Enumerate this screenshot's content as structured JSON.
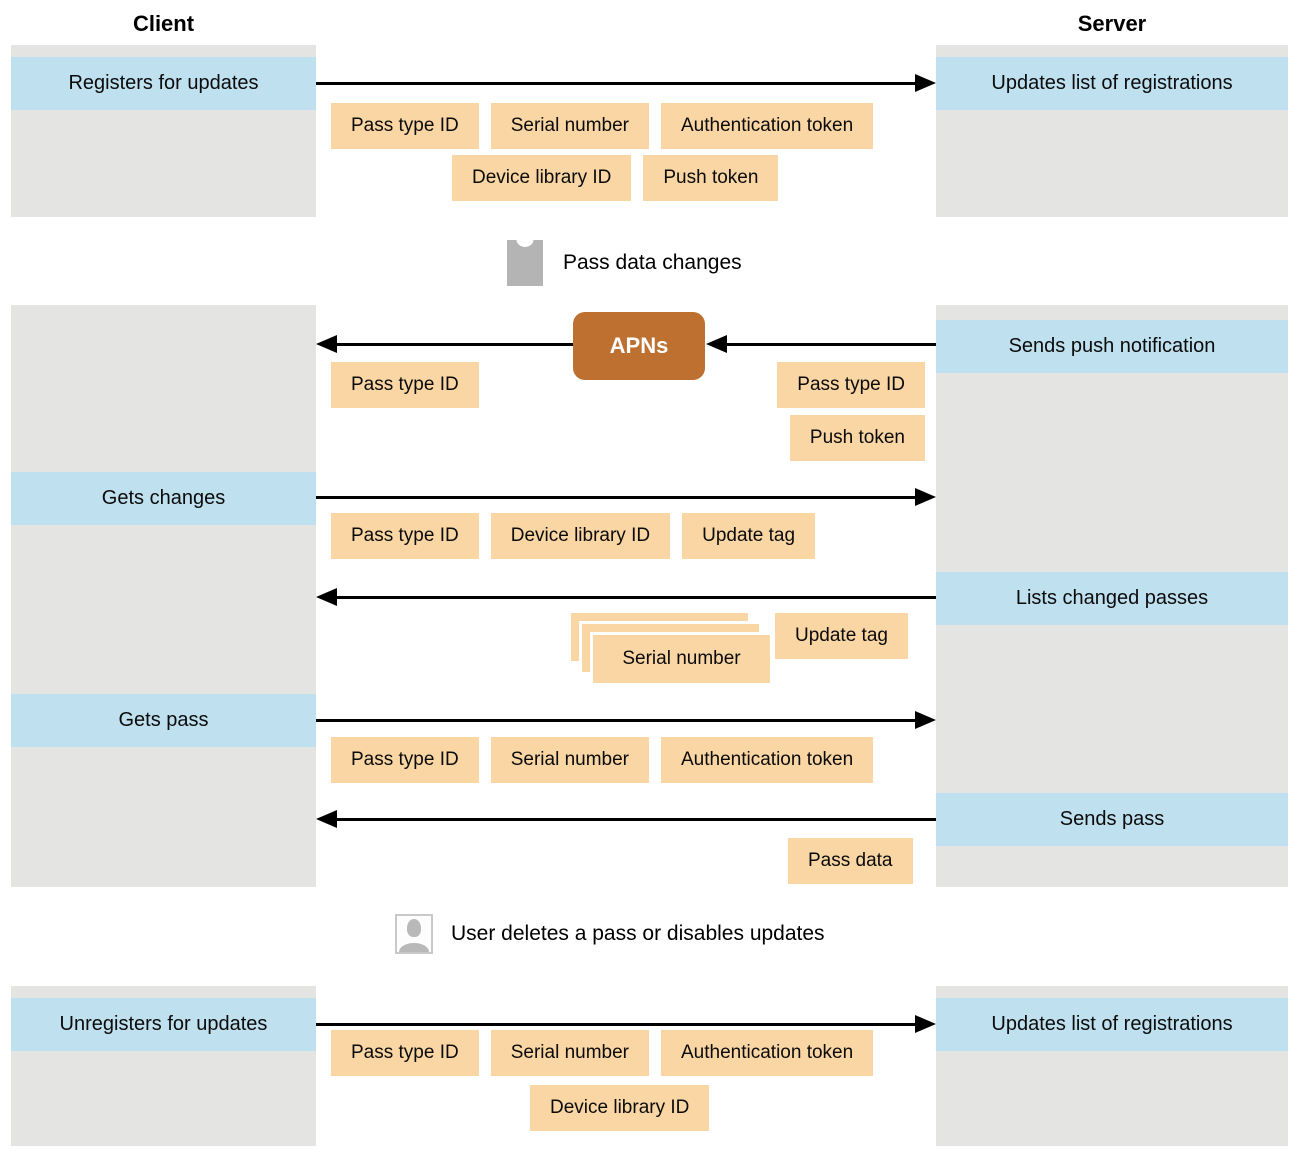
{
  "header": {
    "client": "Client",
    "server": "Server"
  },
  "colors": {
    "column_gray": "#e4e4e2",
    "band_blue": "#bfe0ee",
    "tag_orange": "#f9d6a4",
    "apns_brown": "#bd7030",
    "arrow_black": "#000000",
    "icon_gray": "#b4b4b4"
  },
  "icons": {
    "pass": "pass-icon",
    "user": "user-icon"
  },
  "sections": {
    "register": {
      "client_band": "Registers for updates",
      "server_band": "Updates list of registrations",
      "tags_row1": [
        "Pass type ID",
        "Serial number",
        "Authentication token"
      ],
      "tags_row2": [
        "Device library ID",
        "Push token"
      ]
    },
    "gap_pass": {
      "label": "Pass data changes"
    },
    "push": {
      "server_band": "Sends push notification",
      "apns_label": "APNs",
      "client_tag": "Pass type ID",
      "server_tags": [
        "Pass type ID",
        "Push token"
      ]
    },
    "get_changes": {
      "client_band": "Gets changes",
      "tags": [
        "Pass type ID",
        "Device library ID",
        "Update tag"
      ]
    },
    "list_changed": {
      "server_band": "Lists changed passes",
      "stack_tag": "Serial number",
      "tag": "Update tag"
    },
    "get_pass": {
      "client_band": "Gets pass",
      "tags": [
        "Pass type ID",
        "Serial number",
        "Authentication token"
      ]
    },
    "send_pass": {
      "server_band": "Sends pass",
      "tag": "Pass data"
    },
    "gap_user": {
      "label": "User deletes a pass or disables updates"
    },
    "unregister": {
      "client_band": "Unregisters for updates",
      "server_band": "Updates list of registrations",
      "tags_row1": [
        "Pass type ID",
        "Serial number",
        "Authentication token"
      ],
      "tags_row2": [
        "Device library ID"
      ]
    }
  }
}
